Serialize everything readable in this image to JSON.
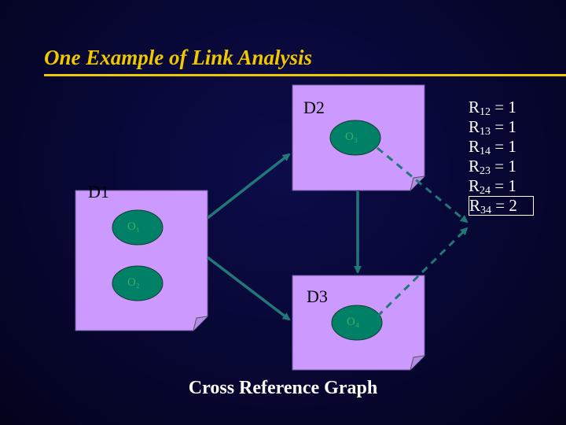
{
  "title": "One Example of Link Analysis",
  "documents": {
    "d1": {
      "label": "D1"
    },
    "d2": {
      "label": "D2"
    },
    "d3": {
      "label": "D3"
    }
  },
  "objects": {
    "d1_o1": "O₁",
    "d1_o2": "O₂",
    "d2_o": "O₃",
    "d3_o": "O₄"
  },
  "relations": [
    {
      "name": "R",
      "sub": "12",
      "value": "= 1"
    },
    {
      "name": "R",
      "sub": "13",
      "value": "= 1"
    },
    {
      "name": "R",
      "sub": "14",
      "value": "= 1"
    },
    {
      "name": "R",
      "sub": "23",
      "value": "= 1"
    },
    {
      "name": "R",
      "sub": "24",
      "value": "= 1"
    },
    {
      "name": "R",
      "sub": "34",
      "value": "= 2"
    }
  ],
  "caption": "Cross Reference Graph",
  "colors": {
    "title": "#f0c800",
    "document": "#cc99ff",
    "object": "#008066",
    "arrow": "#227777",
    "text": "#ffffff"
  }
}
